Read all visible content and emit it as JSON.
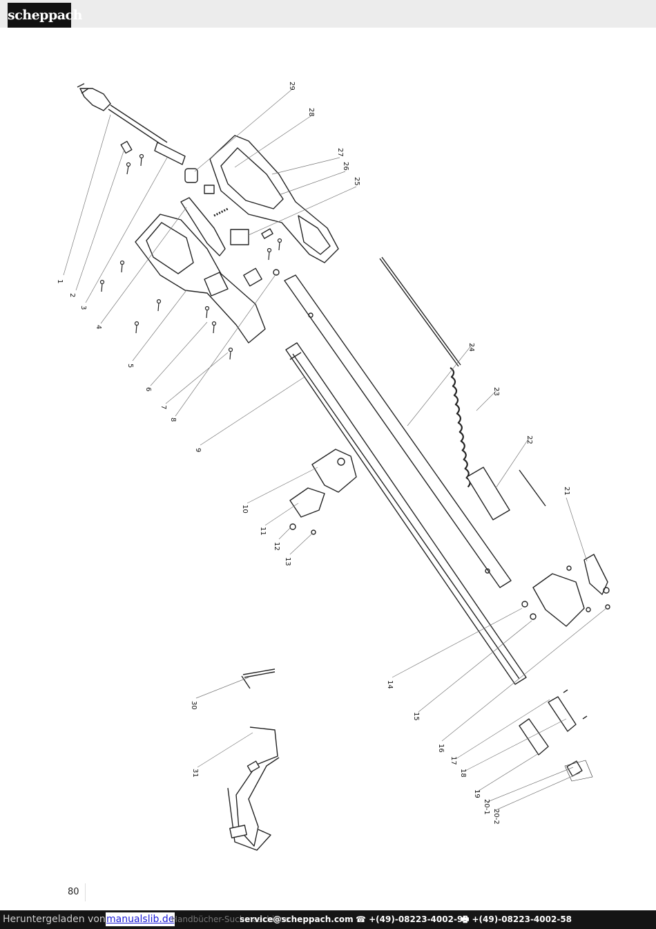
{
  "header": {
    "brand": "scheppach"
  },
  "diagram": {
    "labels": [
      "1",
      "2",
      "3",
      "4",
      "5",
      "6",
      "7",
      "8",
      "9",
      "10",
      "11",
      "12",
      "13",
      "14",
      "15",
      "16",
      "17",
      "18",
      "19",
      "20-1",
      "20-2",
      "21",
      "22",
      "23",
      "24",
      "25",
      "26",
      "27",
      "28",
      "29",
      "30",
      "31"
    ]
  },
  "page": {
    "number": "80"
  },
  "footer": {
    "downloaded_prefix": "Heruntergeladen von",
    "link_text": "manualslib.de",
    "link_suffix": "Handbücher-Suchmaschiene",
    "email": "service@scheppach.com",
    "phone": "☎ +(49)-08223-4002-99",
    "fax": "🖶 +(49)-08223-4002-58"
  }
}
